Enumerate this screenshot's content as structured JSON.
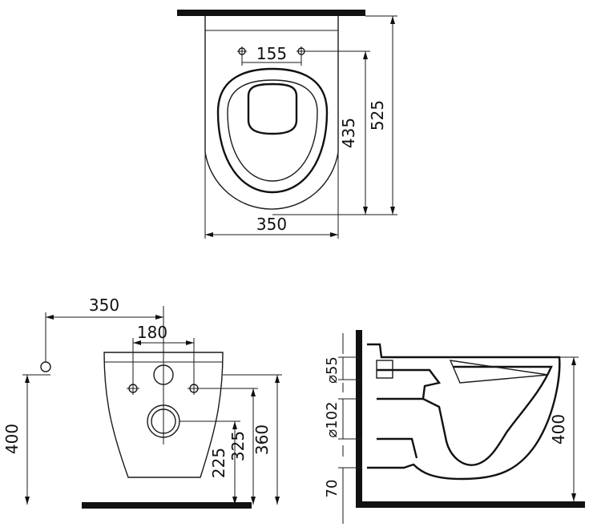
{
  "top_view": {
    "width_label": "350",
    "bolt_spacing_label": "155",
    "depth_label": "435",
    "overall_depth_label": "525"
  },
  "front_view": {
    "width_label": "350",
    "bolt_spacing_label": "180",
    "height_label": "400",
    "outlet_height_label": "225",
    "bolt_height_label": "325",
    "inlet_height_label": "360"
  },
  "side_view": {
    "inlet_diameter_label": "⌀55",
    "outlet_diameter_label": "⌀102",
    "floor_clearance_label": "70",
    "height_label": "400"
  }
}
